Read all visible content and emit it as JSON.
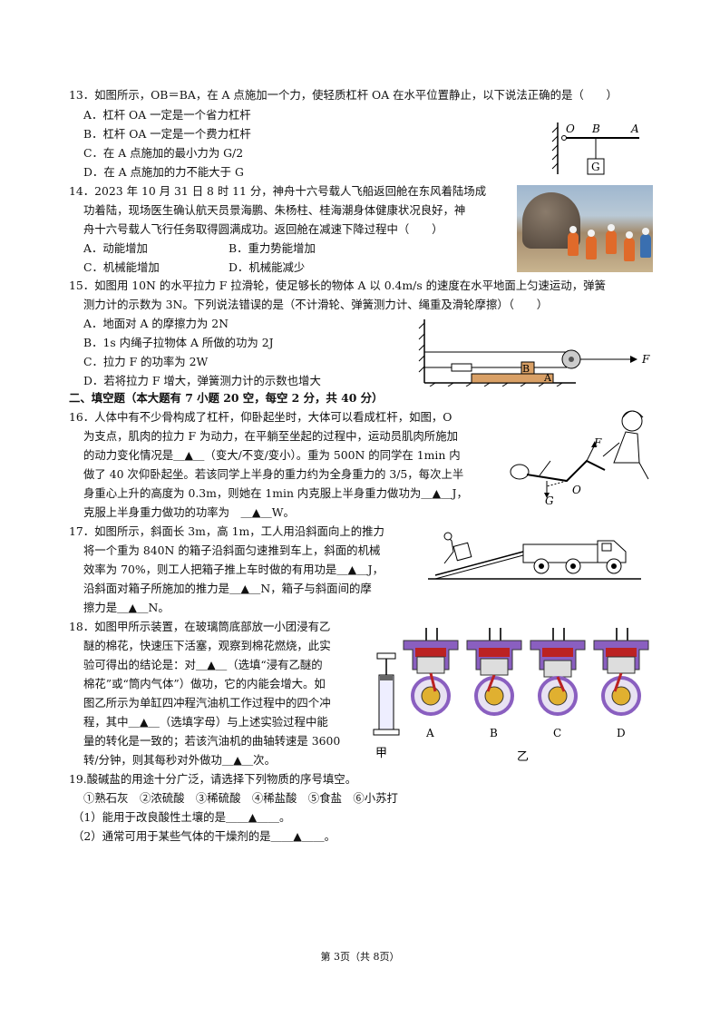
{
  "q13": {
    "stem": "13．如图所示，OB＝BA，在 A 点施加一个力，使轻质杠杆 OA 在水平位置静止，以下说法正确的是（　　）",
    "options": [
      "A．杠杆 OA 一定是一个省力杠杆",
      "B．杠杆 OA 一定是一个费力杠杆",
      "C．在 A 点施加的最小力为 G/2",
      "D．在 A 点施加的力不能大于 G"
    ],
    "fig_labels": {
      "o": "O",
      "b": "B",
      "a": "A",
      "g": "G"
    }
  },
  "q14": {
    "lines": [
      "14．2023 年 10 月 31 日 8 时 11 分，神舟十六号载人飞船返回舱在东风着陆场成",
      "功着陆，现场医生确认航天员景海鹏、朱杨柱、桂海潮身体健康状况良好，神",
      "舟十六号载人飞行任务取得圆满成功。返回舱在减速下降过程中（　　）"
    ],
    "options": [
      "A．动能增加",
      "B．重力势能增加",
      "C．机械能增加",
      "D．机械能减少"
    ]
  },
  "q15": {
    "lines": [
      "15．如图用 10N 的水平拉力 F 拉滑轮，使足够长的物体 A 以 0.4m/s 的速度在水平地面上匀速运动，弹簧",
      "测力计的示数为 3N。下列说法错误的是（不计滑轮、弹簧测力计、绳重及滑轮摩擦）（　　）"
    ],
    "options": [
      "A．地面对 A 的摩擦力为 2N",
      "B．1s 内绳子拉物体 A 所做的功为 2J",
      "C．拉力 F 的功率为 2W",
      "D．若将拉力 F 增大，弹簧测力计的示数也增大"
    ],
    "fig_labels": {
      "b": "B",
      "a": "A",
      "f": "F"
    }
  },
  "section2": "二、填空题（本大题有 7 小题 20 空，每空 2 分，共 40 分）",
  "q16": {
    "lines": [
      "16．人体中有不少骨构成了杠杆，仰卧起坐时，大体可以看成杠杆，如图，O",
      "为支点，肌肉的拉力 F 为动力，在平躺至坐起的过程中，运动员肌肉所施加",
      "的动力变化情况是＿▲＿（变大/不变/变小）。重为 500N 的同学在 1min 内",
      "做了 40 次仰卧起坐。若该同学上半身的重力约为全身重力的 3/5，每次上半",
      "身重心上升的高度为 0.3m，则她在 1min 内克服上半身重力做功为＿▲＿J，",
      "克服上半身重力做功的功率为　＿▲＿W。"
    ],
    "fig_labels": {
      "f": "F",
      "g": "G",
      "o": "O"
    }
  },
  "q17": {
    "lines": [
      "17．如图所示，斜面长 3m，高 1m，工人用沿斜面向上的推力",
      "将一个重为 840N 的箱子沿斜面匀速推到车上，斜面的机械",
      "效率为 70%，则工人把箱子推上车时做的有用功是＿▲＿J，",
      "沿斜面对箱子所施加的推力是＿▲＿N，箱子与斜面间的摩",
      "擦力是＿▲＿N。"
    ]
  },
  "q18": {
    "lines": [
      "18．如图甲所示装置，在玻璃筒底部放一小团浸有乙",
      "醚的棉花，快速压下活塞，观察到棉花燃烧，此实",
      "验可得出的结论是：对＿▲＿（选填“浸有乙醚的",
      "棉花”或“筒内气体”）做功，它的内能会增大。如",
      "图乙所示为单缸四冲程汽油机工作过程中的四个冲",
      "程，其中＿▲＿（选填字母）与上述实验过程中能",
      "量的转化是一致的；若该汽油机的曲轴转速是 3600",
      "转/分钟，则其每秒对外做功＿▲＿次。"
    ],
    "fig_jia": "甲",
    "fig_yi": "乙",
    "engine_labels": [
      "A",
      "B",
      "C",
      "D"
    ]
  },
  "q19": {
    "stem": "19.酸碱盐的用途十分广泛，请选择下列物质的序号填空。",
    "items": "①熟石灰　②浓硫酸　③稀硫酸　④稀盐酸　⑤食盐　⑥小苏打",
    "sub1": "（1）能用于改良酸性土壤的是＿＿▲＿＿。",
    "sub2": "（2）通常可用于某些气体的干燥剂的是＿＿▲＿＿。"
  },
  "footer": "第 3页（共 8页）"
}
